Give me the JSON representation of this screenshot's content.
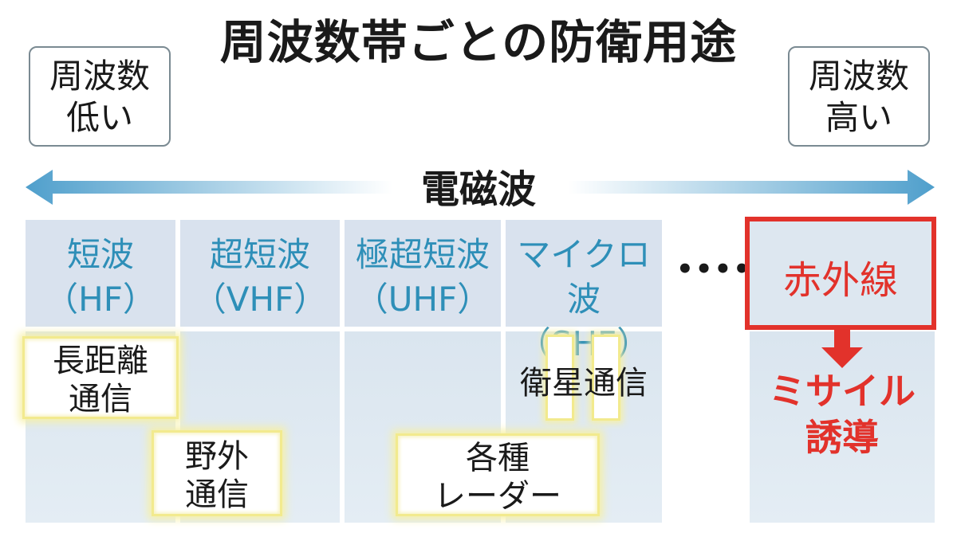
{
  "title": "周波数帯ごとの防衛用途",
  "low_freq": {
    "line1": "周波数",
    "line2": "低い"
  },
  "high_freq": {
    "line1": "周波数",
    "line2": "高い"
  },
  "wave_label": "電磁波",
  "bands": [
    {
      "name": "短波",
      "abbr": "（HF）"
    },
    {
      "name": "超短波",
      "abbr": "（VHF）"
    },
    {
      "name": "極超短波",
      "abbr": "（UHF）"
    },
    {
      "name": "マイクロ波",
      "abbr": "（SHF）"
    }
  ],
  "ellipsis": "••••",
  "infrared": "赤外線",
  "uses": {
    "long_distance": {
      "line1": "長距離",
      "line2": "通信"
    },
    "field": {
      "line1": "野外",
      "line2": "通信"
    },
    "radar": {
      "line1": "各種",
      "line2": "レーダー"
    },
    "satellite": "衛星通信",
    "missile": {
      "line1": "ミサイル",
      "line2": "誘導"
    }
  },
  "colors": {
    "band_text": "#2e8fb8",
    "highlight_red": "#e2322b",
    "arrow": "#5ea6cf",
    "column_bg": "#dde7f0",
    "glow": "#f2ea8e"
  }
}
